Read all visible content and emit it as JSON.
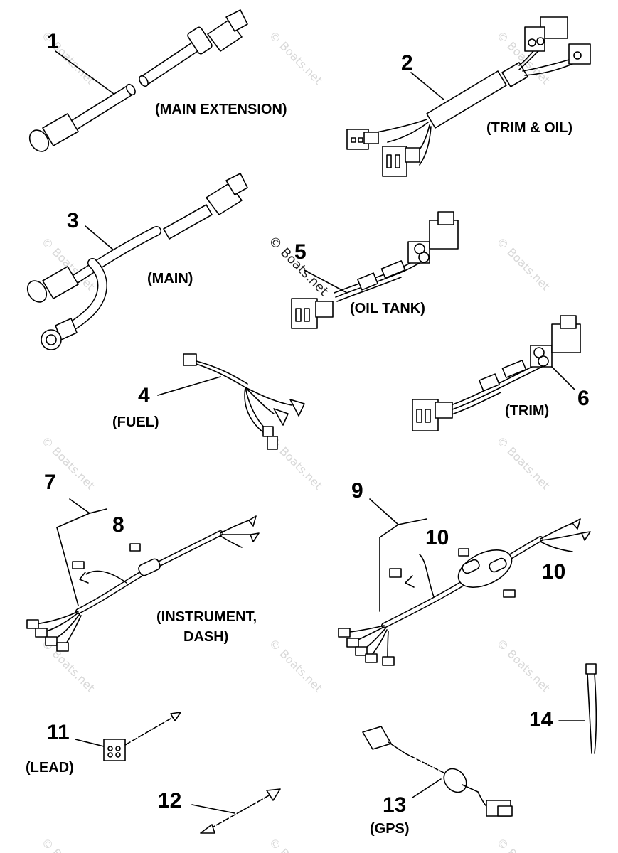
{
  "watermark": "© Boats.net",
  "parts": [
    {
      "id": "part-1",
      "number": "1",
      "label": "(MAIN EXTENSION)"
    },
    {
      "id": "part-2",
      "number": "2",
      "label": "(TRIM & OIL)"
    },
    {
      "id": "part-3",
      "number": "3",
      "label": "(MAIN)"
    },
    {
      "id": "part-4",
      "number": "4",
      "label": "(FUEL)"
    },
    {
      "id": "part-5",
      "number": "5",
      "label": "(OIL TANK)"
    },
    {
      "id": "part-6",
      "number": "6",
      "label": "(TRIM)"
    },
    {
      "id": "part-7",
      "number": "7",
      "label": ""
    },
    {
      "id": "part-8",
      "number": "8",
      "label": ""
    },
    {
      "id": "part-9",
      "number": "9",
      "label": ""
    },
    {
      "id": "part-10a",
      "number": "10",
      "label": ""
    },
    {
      "id": "part-10b",
      "number": "10",
      "label": ""
    },
    {
      "id": "part-11",
      "number": "11",
      "label": "(LEAD)"
    },
    {
      "id": "part-12",
      "number": "12",
      "label": ""
    },
    {
      "id": "part-13",
      "number": "13",
      "label": "(GPS)"
    },
    {
      "id": "part-14",
      "number": "14",
      "label": ""
    }
  ],
  "instrument_label_line1": "(INSTRUMENT,",
  "instrument_label_line2": "DASH)"
}
